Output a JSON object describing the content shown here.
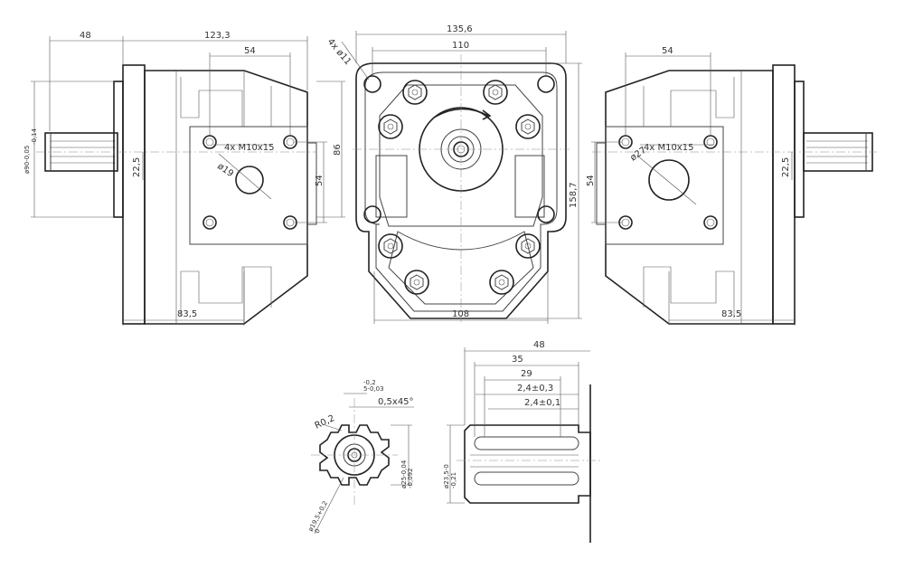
{
  "dimensions": {
    "left": {
      "d48": "48",
      "d123_3": "123,3",
      "d54_top": "54",
      "shaft_dia": "ø90-0,05",
      "shaft_dia2": "-0,14",
      "d22_5": "22,5",
      "d54_side": "54",
      "d86": "86",
      "bolts": "4x M10x15",
      "port": "ø19",
      "d83_5": "83,5"
    },
    "front": {
      "d135_6": "135,6",
      "d110": "110",
      "holes": "4x ø11",
      "d158_7": "158,7",
      "d108": "108"
    },
    "right": {
      "d54_top": "54",
      "bolts": "4x M10x15",
      "port": "ø27",
      "d54_side": "54",
      "d22_5": "22,5",
      "d83_5": "83,5"
    },
    "spline_end": {
      "r": "R0,2",
      "key": "5-0,03",
      "key2": "-0,2",
      "chamfer": "0,5x45°",
      "od": "ø25-0,04",
      "od2": "-0,092",
      "id": "ø19,5+0,2",
      "id2": "0"
    },
    "spline_side": {
      "d48": "48",
      "d35": "35",
      "d29": "29",
      "d2_4a": "2,4±0,3",
      "d2_4b": "2,4±0,1",
      "dia": "ø23,5-0",
      "dia2": "-0,21"
    }
  }
}
